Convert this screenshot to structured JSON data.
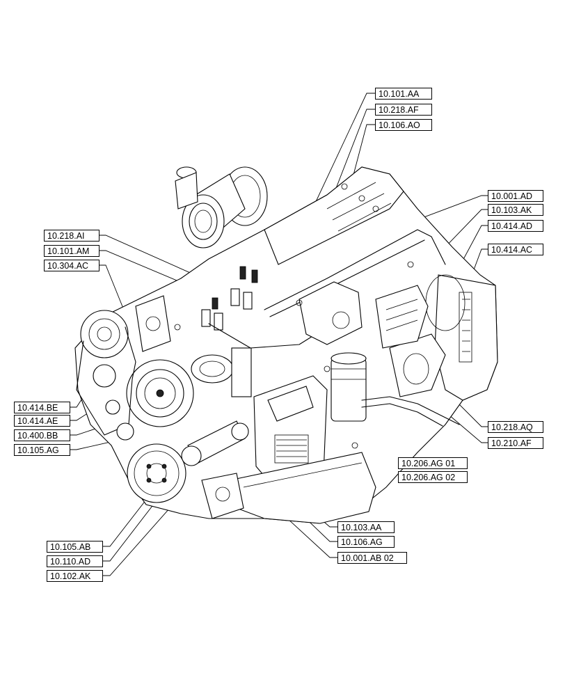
{
  "diagram": {
    "labels": {
      "l10_101_aa": "10.101.AA",
      "l10_218_af": "10.218.AF",
      "l10_106_ao": "10.106.AO",
      "l10_001_ad": "10.001.AD",
      "l10_103_ak": "10.103.AK",
      "l10_414_ad": "10.414.AD",
      "l10_414_ac": "10.414.AC",
      "l10_218_ai": "10.218.AI",
      "l10_101_am": "10.101.AM",
      "l10_304_ac": "10.304.AC",
      "l10_414_be": "10.414.BE",
      "l10_414_ae": "10.414.AE",
      "l10_400_bb": "10.400.BB",
      "l10_105_ag": "10.105.AG",
      "l10_218_aq": "10.218.AQ",
      "l10_210_af": "10.210.AF",
      "l10_206_ag_01": "10.206.AG 01",
      "l10_206_ag_02": "10.206.AG 02",
      "l10_103_aa": "10.103.AA",
      "l10_106_ag": "10.106.AG",
      "l10_001_ab_02": "10.001.AB 02",
      "l10_105_ab": "10.105.AB",
      "l10_110_ad": "10.110.AD",
      "l10_102_ak": "10.102.AK"
    }
  }
}
